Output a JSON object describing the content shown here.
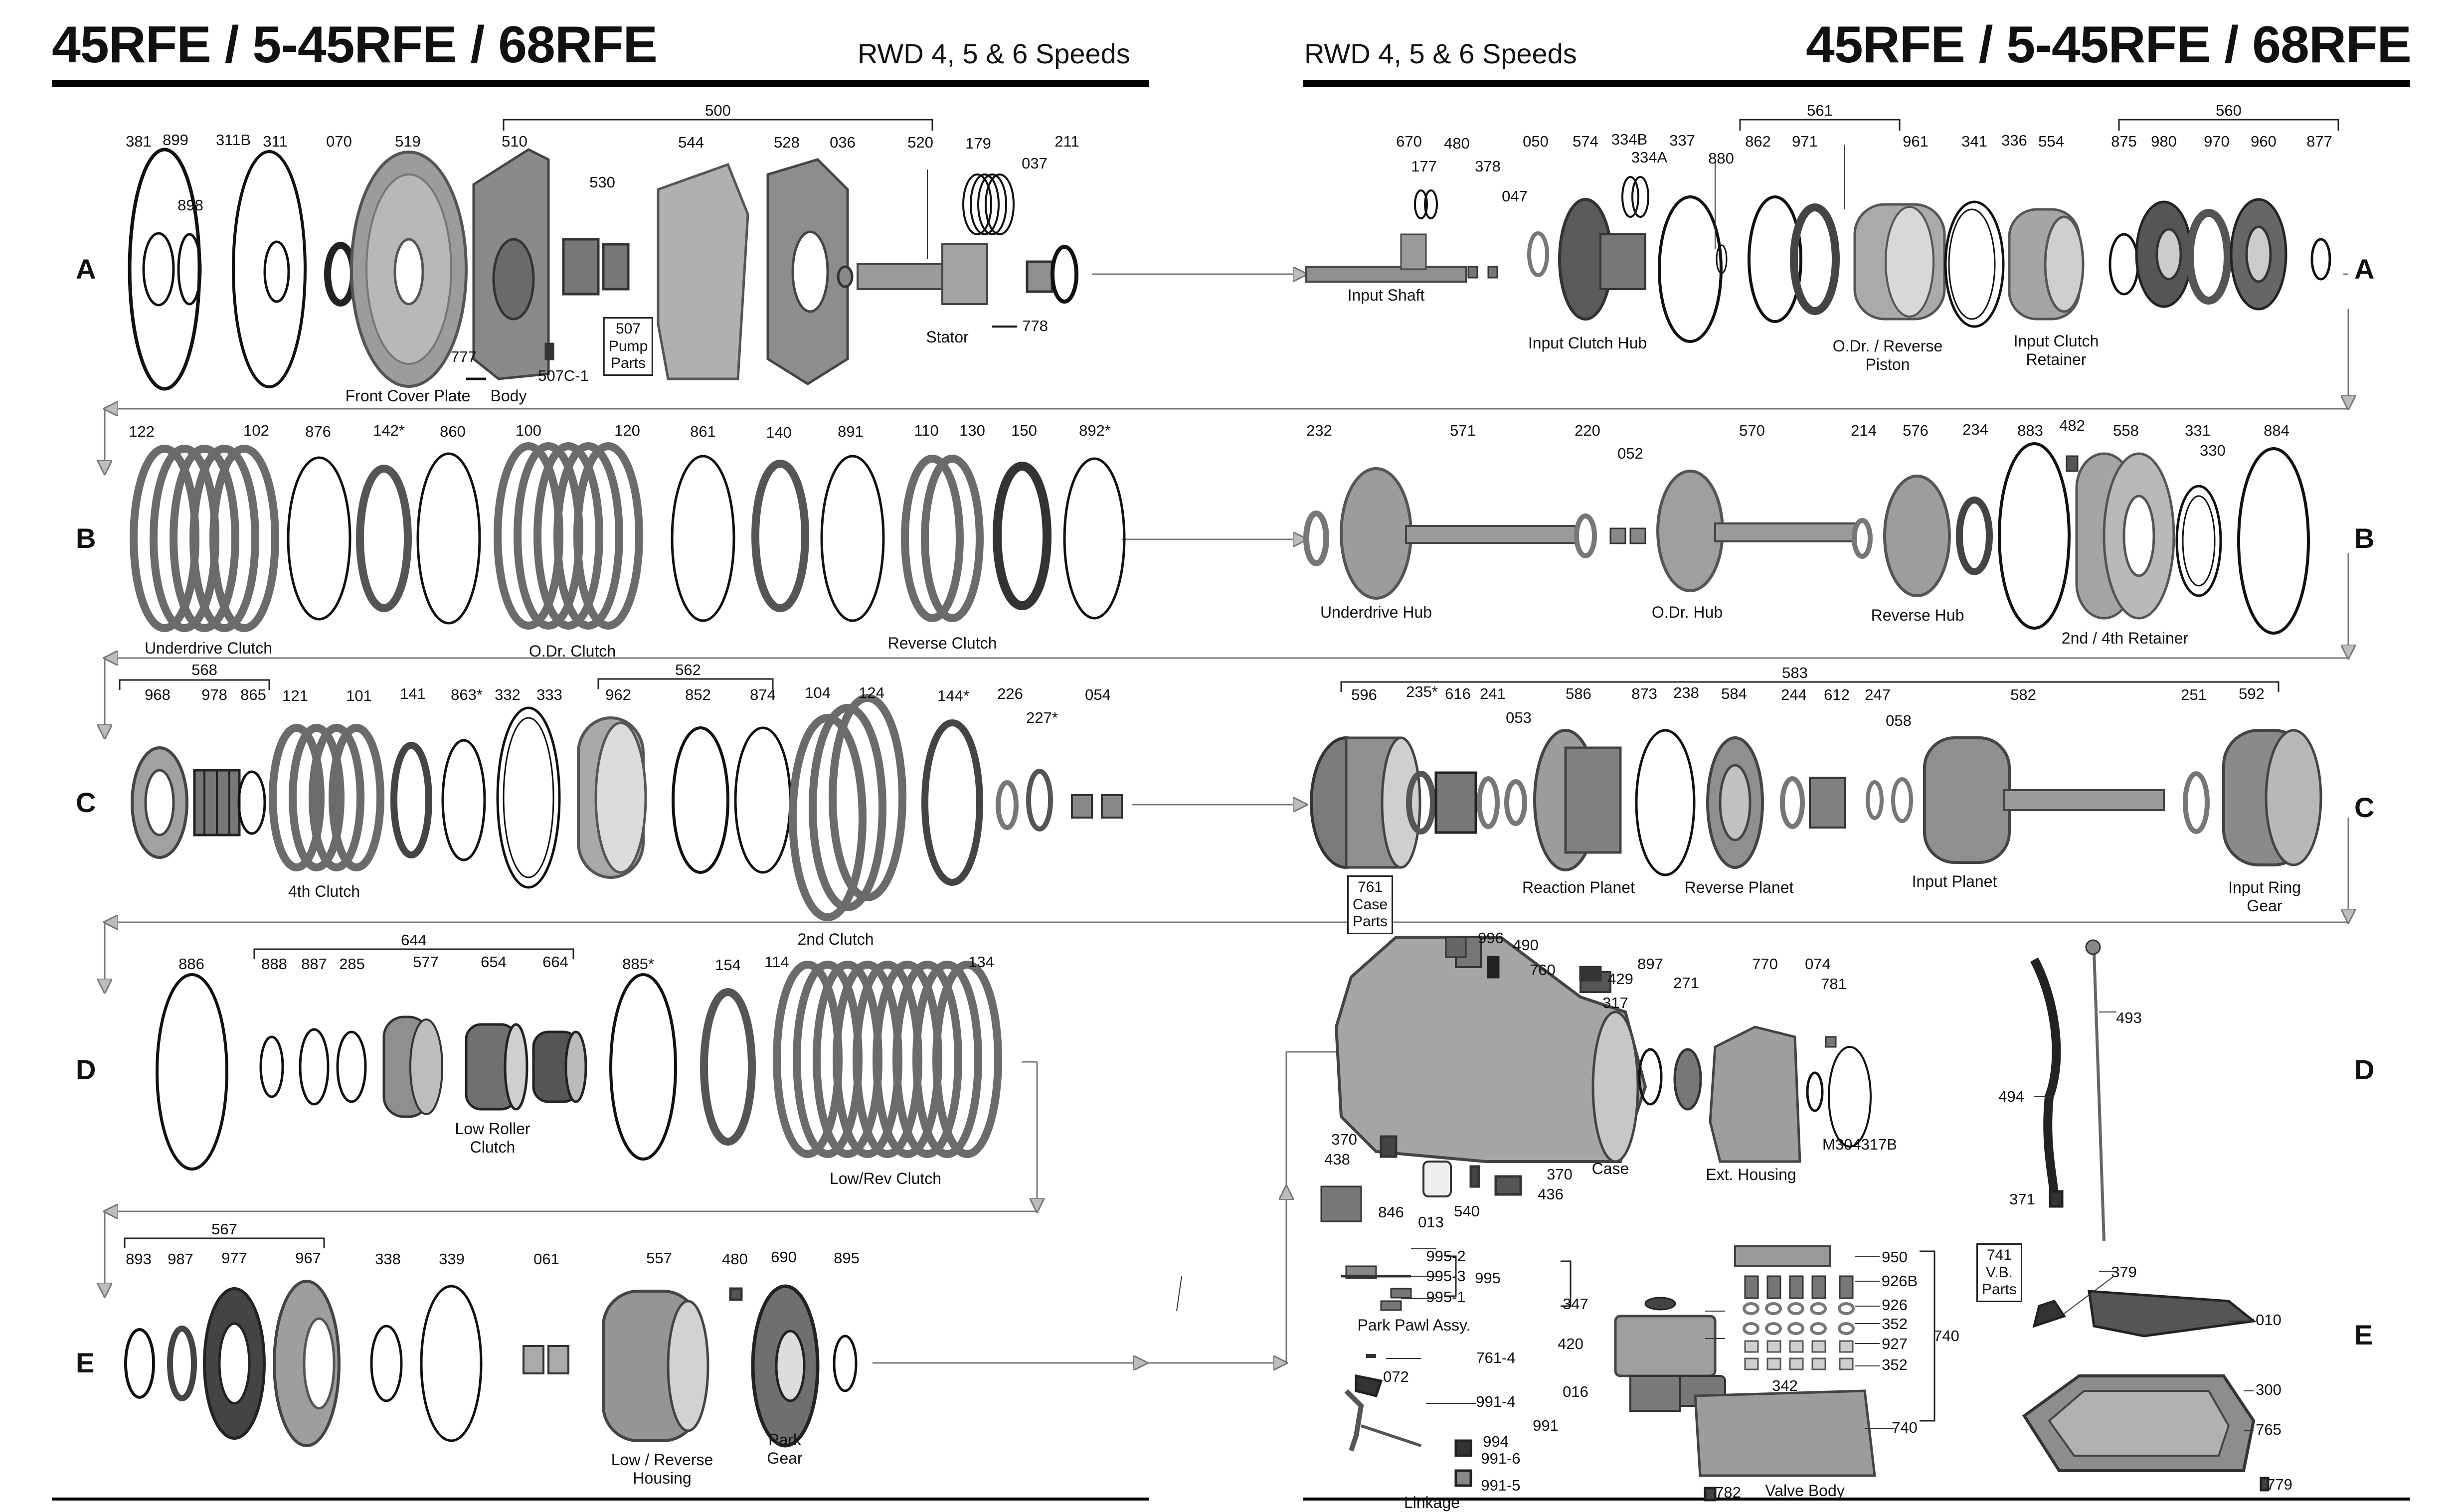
{
  "titles": {
    "left_title": "45RFE / 5-45RFE / 68RFE",
    "left_subtitle": "RWD 4, 5 & 6 Speeds",
    "right_subtitle": "RWD 4, 5 & 6 Speeds",
    "right_title": "45RFE / 5-45RFE / 68RFE"
  },
  "rows": {
    "left": [
      "A",
      "B",
      "C",
      "D",
      "E"
    ],
    "right": [
      "A",
      "B",
      "C",
      "D",
      "E"
    ]
  },
  "group_labels": {
    "g500": "500",
    "g561": "561",
    "g560": "560",
    "g568": "568",
    "g562": "562",
    "g583": "583",
    "g644": "644",
    "g567": "567"
  },
  "part_numbers": {
    "p381": "381",
    "p899": "899",
    "p898": "898",
    "p311B": "311B",
    "p311": "311",
    "p070": "070",
    "p519": "519",
    "p510": "510",
    "p530": "530",
    "p544": "544",
    "p528": "528",
    "p036": "036",
    "p520": "520",
    "p179": "179",
    "p037": "037",
    "p211": "211",
    "p777": "777",
    "p507C1": "507C-1",
    "p778": "778",
    "p670": "670",
    "p177": "177",
    "p480a": "480",
    "p378": "378",
    "p047": "047",
    "p050": "050",
    "p574": "574",
    "p334B": "334B",
    "p334A": "334A",
    "p337": "337",
    "p880": "880",
    "p862": "862",
    "p971": "971",
    "p961": "961",
    "p341": "341",
    "p336": "336",
    "p554": "554",
    "p875": "875",
    "p980": "980",
    "p970": "970",
    "p960": "960",
    "p877": "877",
    "p122": "122",
    "p102": "102",
    "p876": "876",
    "p142": "142*",
    "p860": "860",
    "p100": "100",
    "p120": "120",
    "p861": "861",
    "p140": "140",
    "p891": "891",
    "p110": "110",
    "p130": "130",
    "p150": "150",
    "p892": "892*",
    "p232": "232",
    "p571": "571",
    "p220": "220",
    "p052": "052",
    "p570": "570",
    "p214": "214",
    "p576": "576",
    "p234": "234",
    "p883": "883",
    "p482": "482",
    "p558": "558",
    "p331": "331",
    "p330": "330",
    "p884": "884",
    "p968": "968",
    "p978": "978",
    "p865": "865",
    "p121": "121",
    "p101": "101",
    "p141": "141",
    "p863": "863*",
    "p332": "332",
    "p333": "333",
    "p962": "962",
    "p852": "852",
    "p874": "874",
    "p104": "104",
    "p124": "124",
    "p144": "144*",
    "p226": "226",
    "p227": "227*",
    "p054": "054",
    "p596": "596",
    "p235": "235*",
    "p616": "616",
    "p241": "241",
    "p053": "053",
    "p586": "586",
    "p873": "873",
    "p238": "238",
    "p584": "584",
    "p244": "244",
    "p612": "612",
    "p247": "247",
    "p058": "058",
    "p582": "582",
    "p251": "251",
    "p592": "592",
    "p886": "886",
    "p888": "888",
    "p887": "887",
    "p285": "285",
    "p577": "577",
    "p654": "654",
    "p664": "664",
    "p885": "885*",
    "p154": "154",
    "p114": "114",
    "p134": "134",
    "p996": "996",
    "p490": "490",
    "p760": "760",
    "p429": "429",
    "p317": "317",
    "p897": "897",
    "p271": "271",
    "p770": "770",
    "p074": "074",
    "p781": "781",
    "pM304317B": "M304317B",
    "p370a": "370",
    "p438": "438",
    "p846": "846",
    "p013": "013",
    "p540": "540",
    "p370b": "370",
    "p436": "436",
    "p493": "493",
    "p494": "494",
    "p371": "371",
    "p893": "893",
    "p987": "987",
    "p977": "977",
    "p967": "967",
    "p338": "338",
    "p339": "339",
    "p061": "061",
    "p557": "557",
    "p480b": "480",
    "p690": "690",
    "p895": "895",
    "p9952": "995-2",
    "p9953": "995-3",
    "p995": "995",
    "p9951": "995-1",
    "p7614": "761-4",
    "p072": "072",
    "p9914": "991-4",
    "p991": "991",
    "p994": "994",
    "p9916": "991-6",
    "p9915": "991-5",
    "p347": "347",
    "p420": "420",
    "p016": "016",
    "p342": "342",
    "p950": "950",
    "p926B": "926B",
    "p926": "926",
    "p352a": "352",
    "p927": "927",
    "p352b": "352",
    "p740a": "740",
    "p740b": "740",
    "p782": "782",
    "p379": "379",
    "p010": "010",
    "p300": "300",
    "p765": "765",
    "p779": "779"
  },
  "captions": {
    "front_cover_plate": "Front Cover Plate",
    "body": "Body",
    "stator": "Stator",
    "input_shaft": "Input Shaft",
    "input_clutch_hub": "Input Clutch Hub",
    "odr_reverse_piston": "O.Dr. / Reverse\nPiston",
    "input_clutch_retainer": "Input Clutch\nRetainer",
    "underdrive_clutch": "Underdrive Clutch",
    "odr_clutch": "O.Dr. Clutch",
    "reverse_clutch": "Reverse Clutch",
    "underdrive_hub": "Underdrive Hub",
    "odr_hub": "O.Dr. Hub",
    "reverse_hub": "Reverse Hub",
    "second_fourth_retainer": "2nd / 4th Retainer",
    "fourth_clutch": "4th Clutch",
    "second_clutch": "2nd Clutch",
    "reaction_planet": "Reaction Planet",
    "reverse_planet": "Reverse Planet",
    "input_planet": "Input Planet",
    "input_ring_gear": "Input Ring\nGear",
    "low_roller_clutch": "Low Roller\nClutch",
    "low_rev_clutch": "Low/Rev Clutch",
    "case": "Case",
    "ext_housing": "Ext. Housing",
    "low_reverse_housing": "Low / Reverse\nHousing",
    "park_gear": "Park\nGear",
    "park_pawl_assy": "Park Pawl Assy.",
    "linkage": "Linkage",
    "valve_body": "Valve Body"
  },
  "boxes": {
    "pump_parts": "507\nPump\nParts",
    "case_parts": "761\nCase\nParts",
    "vb_parts": "741\nV.B.\nParts"
  },
  "colors": {
    "ink": "#111111",
    "part_gray": "#8a8a8a",
    "part_dark": "#4d4d4d",
    "arrow": "#9a9a9a"
  }
}
